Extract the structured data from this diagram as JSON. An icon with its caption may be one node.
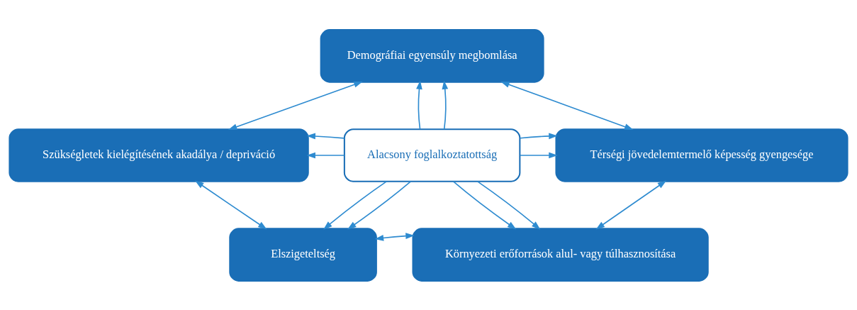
{
  "diagram": {
    "nodes": [
      {
        "text": [
          "Alacsony foglalkoztatottság"
        ]
      },
      {
        "text": [
          "Demográfiai egyensúly megbomlása"
        ]
      },
      {
        "text": [
          "Szükségletek kielégítésének akadálya / depriváció"
        ]
      },
      {
        "text": [
          "Térségi jövedelemtermelő képesség gyengesége"
        ]
      },
      {
        "text": [
          "Elszigeteltség"
        ]
      },
      {
        "text": [
          "Környezeti erőforrások alul- vagy túlhasznosítása"
        ]
      }
    ],
    "edges": [
      {
        "from": 0,
        "to": 1,
        "arrow": "to"
      },
      {
        "from": 0,
        "to": 1,
        "arrow": "to"
      },
      {
        "from": 0,
        "to": 2,
        "arrow": "to"
      },
      {
        "from": 0,
        "to": 2,
        "arrow": "to"
      },
      {
        "from": 0,
        "to": 3,
        "arrow": "to"
      },
      {
        "from": 0,
        "to": 3,
        "arrow": "to"
      },
      {
        "from": 0,
        "to": 4,
        "arrow": "to"
      },
      {
        "from": 0,
        "to": 4,
        "arrow": "to"
      },
      {
        "from": 0,
        "to": 5,
        "arrow": "to"
      },
      {
        "from": 0,
        "to": 5,
        "arrow": "to"
      },
      {
        "from": 2,
        "to": 1,
        "arrow": "both"
      },
      {
        "from": 1,
        "to": 3,
        "arrow": "both"
      },
      {
        "from": 3,
        "to": 5,
        "arrow": "both"
      },
      {
        "from": 4,
        "to": 5,
        "arrow": "both"
      },
      {
        "from": 2,
        "to": 4,
        "arrow": "both"
      }
    ]
  }
}
